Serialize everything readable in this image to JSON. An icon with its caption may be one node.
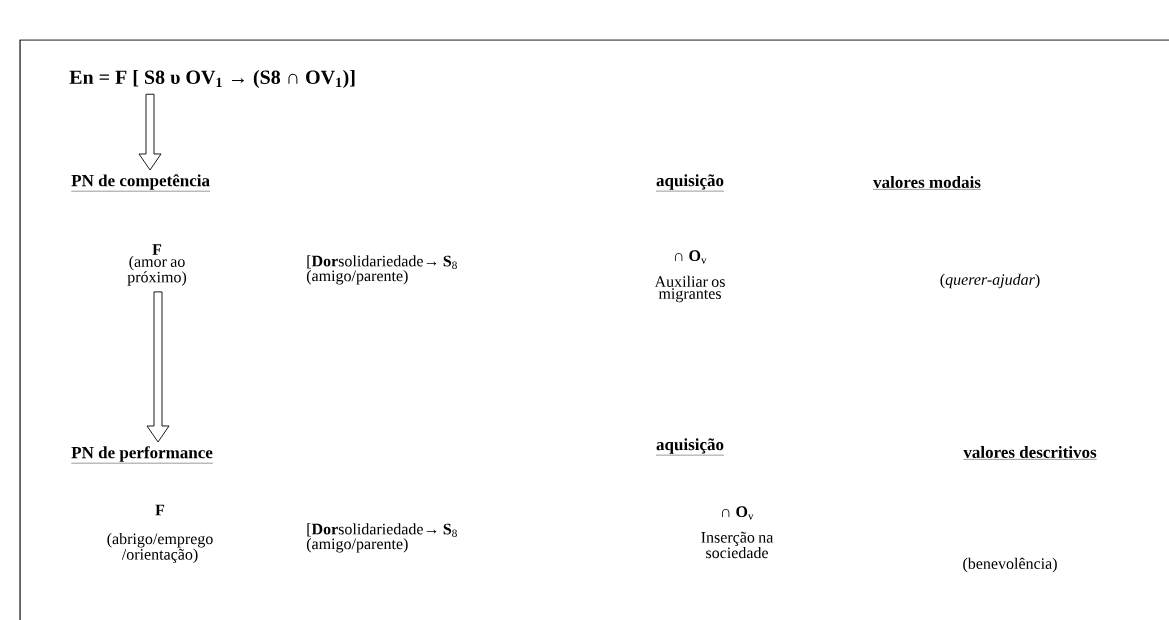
{
  "diagram": {
    "nodes": [
      {
        "text": [
          "En = F [ S8 υ OV$_{1}$ → (S8 ∩ OV$_{1}$)]"
        ]
      },
      {
        "text": [
          "PN de competência"
        ]
      },
      {
        "text": [
          "F",
          "(amor ao próximo)"
        ]
      },
      {
        "text": [
          "PN de performance"
        ]
      }
    ],
    "edges": [
      {
        "from": 0,
        "to": 1,
        "arrow": "to"
      },
      {
        "from": 2,
        "to": 3,
        "arrow": "to"
      }
    ],
    "labels": [
      "aquisição",
      "valores modais",
      "[**Dor**solidariedade→ **S**$_{8}$ (amigo/parente)",
      "∩ **O**$_{v}$",
      "Auxiliar os migrantes",
      "(*querer-ajudar*)",
      "aquisição",
      "valores descritivos",
      "F",
      "(abrigo/emprego /orientação)",
      "[**Dor**solidariedade→ **S**$_{8}$ (amigo/parente)",
      "∩ **O**$_{v}$",
      "Inserção na sociedade",
      "(benevolência)"
    ]
  }
}
